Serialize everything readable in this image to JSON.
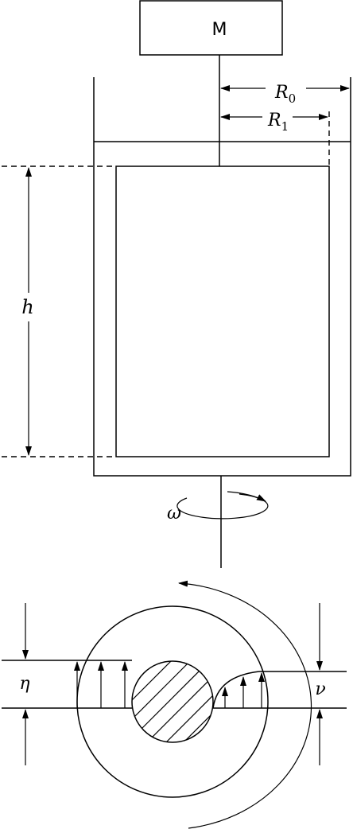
{
  "labels": {
    "mass": "M",
    "outer_radius_base": "R",
    "outer_radius_sub": "0",
    "inner_radius_base": "R",
    "inner_radius_sub": "1",
    "height": "h",
    "angular_velocity": "ω",
    "viscosity_left": "η",
    "viscosity_right": "ν"
  },
  "colors": {
    "stroke": "#000000",
    "background": "#ffffff"
  }
}
